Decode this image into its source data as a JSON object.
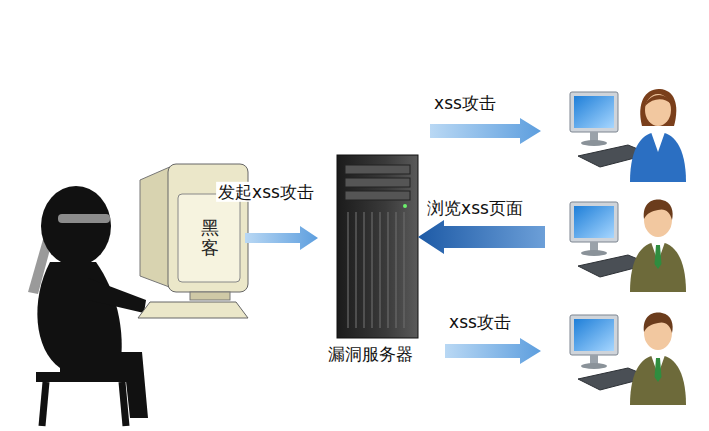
{
  "diagram": {
    "nodes": [
      {
        "text": [
          "黑客"
        ]
      },
      {
        "text": [
          "漏洞服务器"
        ]
      }
    ],
    "edges": [
      {
        "from": 0,
        "to": 1,
        "arrow": "to",
        "label": "发起xss攻击"
      }
    ],
    "labels": [
      "xss攻击",
      "浏览xss页面",
      "xss攻击"
    ]
  }
}
